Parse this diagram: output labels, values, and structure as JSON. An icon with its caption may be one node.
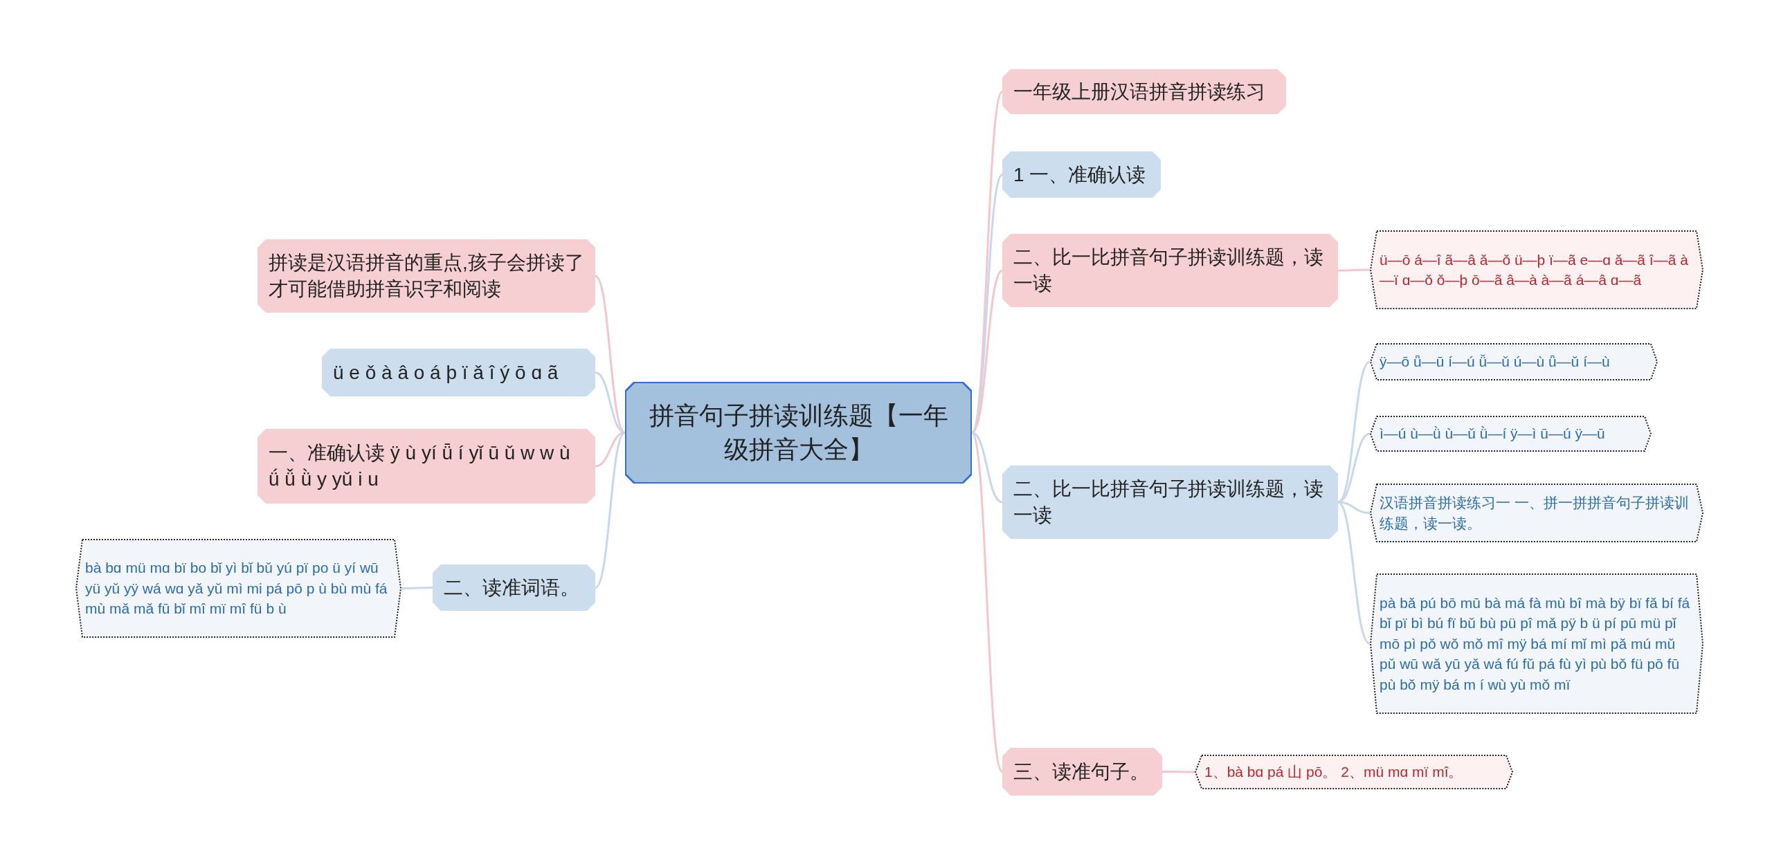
{
  "diagram": {
    "nodes": [
      {
        "text": [
          "拼音句子拼读训练题【一年级拼音大全】"
        ]
      },
      {
        "text": [
          "拼读是汉语拼音的重点,孩子会拼读了才可能借助拼音识字和阅读"
        ]
      },
      {
        "text": [
          "ü e ǒ à â o á þ ï ǎ î ý ō ɑ ã"
        ]
      },
      {
        "text": [
          "一、准确认读 ÿ ù yí ǖ í yǐ ū ǔ w w ù ǘ ǚ ǜ y yǔ i u"
        ]
      },
      {
        "text": [
          "二、读准词语。"
        ]
      },
      {
        "text": [
          "bà bɑ mü mɑ bï bo bǐ yì bǐ bǔ yú pï po ü yí wū yü yǔ yÿ wá wɑ yǎ yǔ mì mi pá pō p ù bù mù fá mù mǎ mǎ fū bǐ mî mï mî fü b ù"
        ]
      },
      {
        "text": [
          "一年级上册汉语拼音拼读练习"
        ]
      },
      {
        "text": [
          "1 一、准确认读"
        ]
      },
      {
        "text": [
          "二、比一比拼音句子拼读训练题，读一读"
        ]
      },
      {
        "text": [
          "ü—ō á—î ã—â ǎ—ǒ ü—þ ï—ã e—ɑ ǎ—ã î—ã à—ï ɑ—ǒ ǒ—þ ō—ã â—à à—ã á—â ɑ—ã"
        ]
      },
      {
        "text": [
          "二、比一比拼音句子拼读训练题，读一读"
        ]
      },
      {
        "text": [
          "ÿ—ō ǖ—ū í—ú ǚ—ǔ ú—ù ǖ—ǔ í—ù"
        ]
      },
      {
        "text": [
          "ì—ú ù—ǜ ù—ǔ ǜ—í ÿ—ì ū—ú ÿ—ū"
        ]
      },
      {
        "text": [
          "汉语拼音拼读练习一 一、拼一拼拼音句子拼读训练题，读一读。"
        ]
      },
      {
        "text": [
          "pà bǎ pú bō mū bà má fà mù bî mà bÿ bï fǎ bí fá bǐ pï bì bú fï bǔ bù pü pî mǎ pÿ b ü pí pū mü pǐ mō pì pǒ wǒ mǒ mî mÿ bá mí mǐ mì pǎ mú mǔ pǔ wū wǎ yū yǎ wá fú fǔ pá fù yì pù bǒ fü pō fū pù bǒ mÿ bá m í wù yù mǒ mï"
        ]
      },
      {
        "text": [
          "三、读准句子。"
        ]
      },
      {
        "text": [
          "1、bà bɑ pá 山 pō。 2、mü mɑ mï mî。"
        ]
      }
    ],
    "edges": [
      {
        "from": 0,
        "to": 1,
        "arrow": "none",
        "color": "#f4c6c9"
      },
      {
        "from": 0,
        "to": 2,
        "arrow": "none"
      },
      {
        "from": 0,
        "to": 3,
        "arrow": "none",
        "color": "#f4c6c9"
      },
      {
        "from": 0,
        "to": 4,
        "arrow": "none"
      },
      {
        "from": 4,
        "to": 5,
        "arrow": "none"
      },
      {
        "from": 0,
        "to": 6,
        "arrow": "none",
        "color": "#f4c6c9"
      },
      {
        "from": 0,
        "to": 7,
        "arrow": "none"
      },
      {
        "from": 0,
        "to": 8,
        "arrow": "none",
        "color": "#f4c6c9"
      },
      {
        "from": 8,
        "to": 9,
        "arrow": "none",
        "color": "#f4c6c9"
      },
      {
        "from": 0,
        "to": 10,
        "arrow": "none"
      },
      {
        "from": 10,
        "to": 11,
        "arrow": "none"
      },
      {
        "from": 10,
        "to": 12,
        "arrow": "none"
      },
      {
        "from": 10,
        "to": 13,
        "arrow": "none"
      },
      {
        "from": 10,
        "to": 14,
        "arrow": "none"
      },
      {
        "from": 0,
        "to": 15,
        "arrow": "none",
        "color": "#f4c6c9"
      },
      {
        "from": 15,
        "to": 16,
        "arrow": "none",
        "color": "#f4c6c9"
      }
    ]
  }
}
